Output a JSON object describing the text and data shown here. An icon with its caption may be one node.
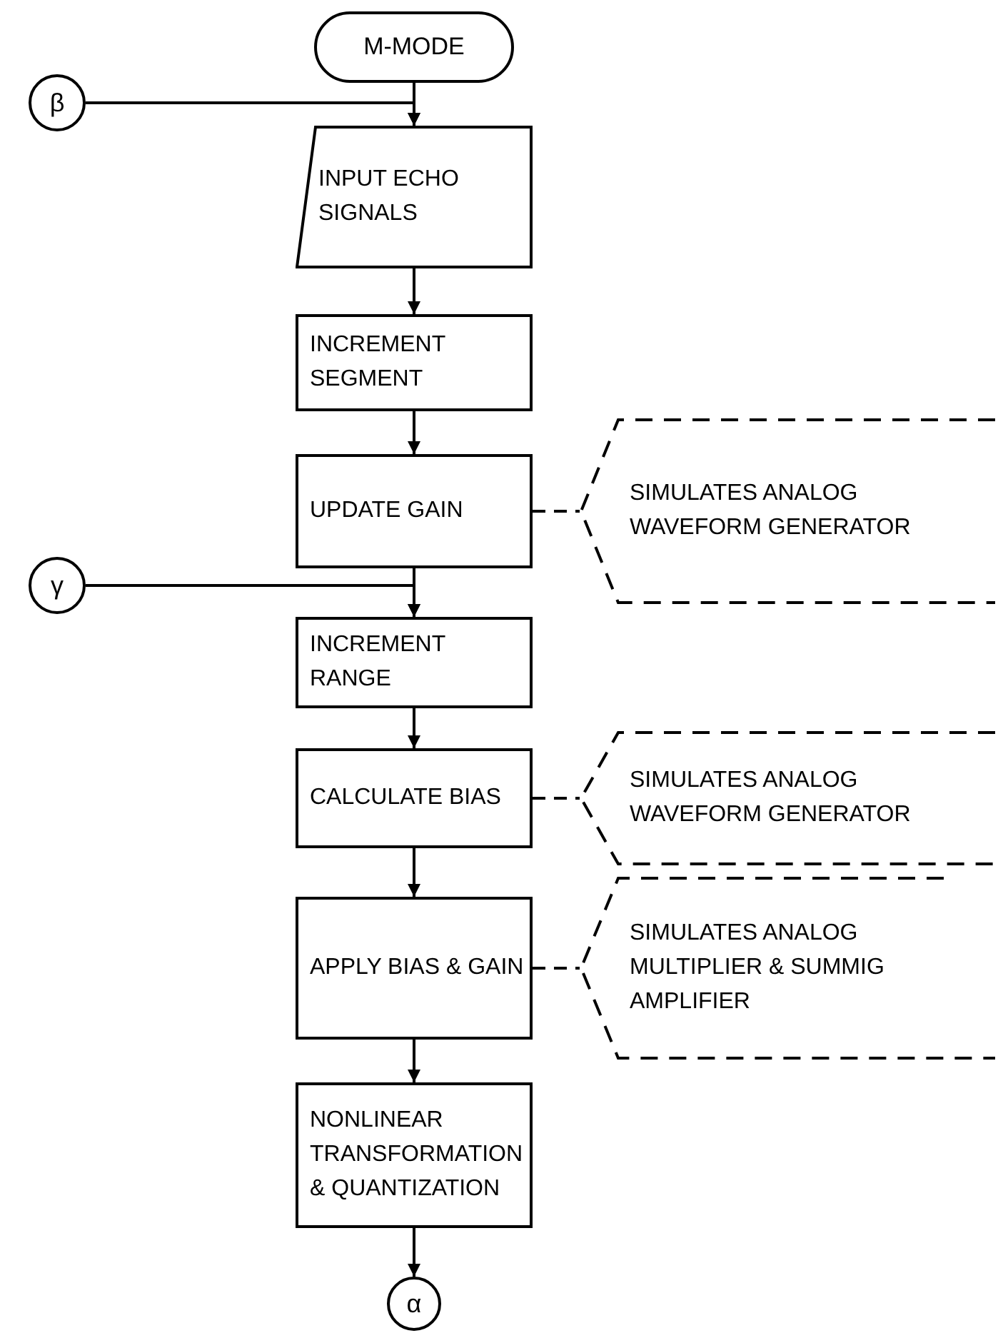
{
  "diagram": {
    "nodes": [
      {
        "text": [
          "M-MODE"
        ]
      },
      {
        "text": [
          "β"
        ]
      },
      {
        "text": [
          "INPUT ECHO SIGNALS"
        ]
      },
      {
        "text": [
          "INCREMENT SEGMENT"
        ]
      },
      {
        "text": [
          "UPDATE GAIN"
        ]
      },
      {
        "text": [
          "SIMULATES ANALOG WAVEFORM GENERATOR"
        ]
      },
      {
        "text": [
          "γ"
        ]
      },
      {
        "text": [
          "INCREMENT RANGE"
        ]
      },
      {
        "text": [
          "CALCULATE BIAS"
        ]
      },
      {
        "text": [
          "SIMULATES ANALOG WAVEFORM GENERATOR"
        ]
      },
      {
        "text": [
          "APPLY BIAS & GAIN"
        ]
      },
      {
        "text": [
          "SIMULATES ANALOG MULTIPLIER & SUMMIG AMPLIFIER"
        ]
      },
      {
        "text": [
          "NONLINEAR TRANSFORMATION & QUANTIZATION"
        ]
      },
      {
        "text": [
          "α"
        ]
      }
    ],
    "edges": [
      {
        "from": 0,
        "to": 2,
        "arrow": "to"
      },
      {
        "from": 1,
        "to": 2,
        "arrow": "to"
      },
      {
        "from": 2,
        "to": 3,
        "arrow": "to"
      },
      {
        "from": 3,
        "to": 4,
        "arrow": "to"
      },
      {
        "from": 4,
        "to": 5,
        "arrow": "none",
        "style": "dashed"
      },
      {
        "from": 4,
        "to": 7,
        "arrow": "to"
      },
      {
        "from": 6,
        "to": 7,
        "arrow": "to"
      },
      {
        "from": 7,
        "to": 8,
        "arrow": "to"
      },
      {
        "from": 8,
        "to": 9,
        "arrow": "none",
        "style": "dashed"
      },
      {
        "from": 8,
        "to": 10,
        "arrow": "to"
      },
      {
        "from": 10,
        "to": 11,
        "arrow": "none",
        "style": "dashed"
      },
      {
        "from": 10,
        "to": 12,
        "arrow": "to"
      },
      {
        "from": 12,
        "to": 13,
        "arrow": "to"
      }
    ]
  }
}
